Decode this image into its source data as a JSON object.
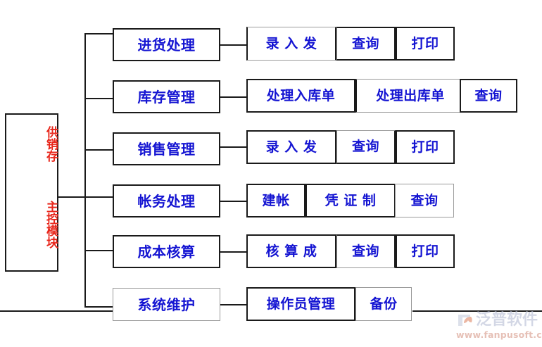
{
  "diagram": {
    "title_box": {
      "name": "supply-chain-main-control-module",
      "line1": "供销存",
      "line2": "主控模块",
      "text_color": "#e8261b"
    },
    "module_text_color": "#1414d2",
    "border_color": "#1a1a1a",
    "rows": [
      {
        "module": "进货处理",
        "functions": [
          {
            "label": "录 入 发",
            "width": 128
          },
          {
            "label": "查询",
            "width": 84
          },
          {
            "label": "打印",
            "width": 84
          }
        ]
      },
      {
        "module": "库存管理",
        "functions": [
          {
            "label": "处理入库单",
            "width": 155
          },
          {
            "label": "处理出库单",
            "width": 155
          },
          {
            "label": "查询",
            "width": 82
          }
        ]
      },
      {
        "module": "销售管理",
        "functions": [
          {
            "label": "录 入 发",
            "width": 128
          },
          {
            "label": "查询",
            "width": 84
          },
          {
            "label": "打印",
            "width": 84
          }
        ]
      },
      {
        "module": "帐务处理",
        "functions": [
          {
            "label": "建帐",
            "width": 84
          },
          {
            "label": "凭 证 制",
            "width": 128
          },
          {
            "label": "查询",
            "width": 84
          }
        ]
      },
      {
        "module": "成本核算",
        "functions": [
          {
            "label": "核 算 成",
            "width": 128
          },
          {
            "label": "查询",
            "width": 84
          },
          {
            "label": "打印",
            "width": 84
          }
        ]
      },
      {
        "module": "系统维护",
        "functions": [
          {
            "label": "操作员管理",
            "width": 155
          },
          {
            "label": "备份",
            "width": 80
          }
        ]
      }
    ]
  },
  "watermark": {
    "brand": "泛普软件",
    "url": "www.fanpusoft.com",
    "brand_color": "#b9c0d6",
    "url_color": "#d79a8a",
    "mark_color": "#e08a6a"
  }
}
